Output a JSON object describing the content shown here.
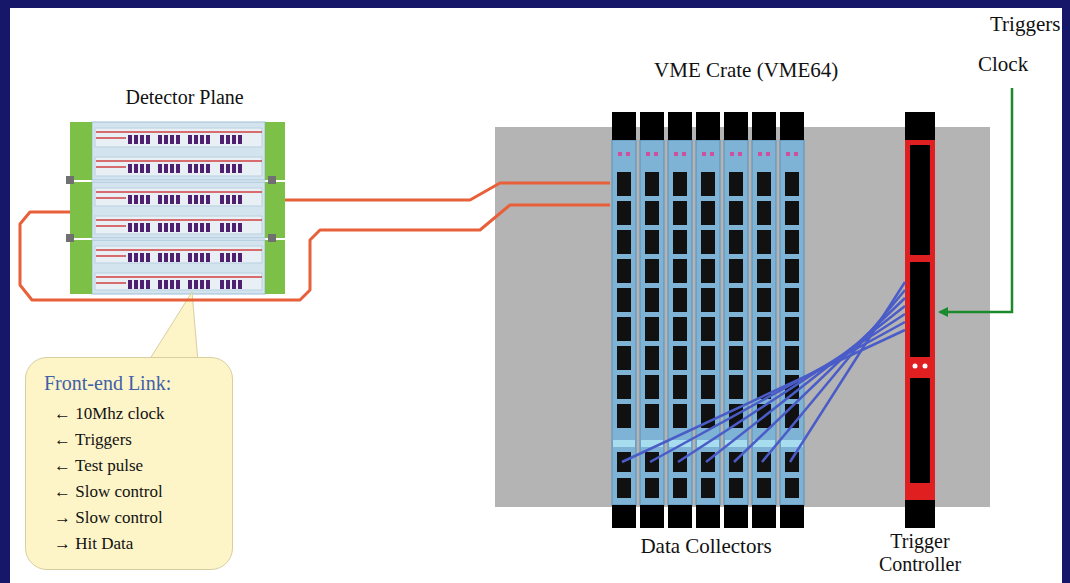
{
  "diagram": {
    "nodes": [
      {
        "text": [
          "Detector Plane"
        ]
      },
      {
        "text": [
          "VME Crate (VME64)"
        ]
      },
      {
        "text": [
          "Data Collectors"
        ],
        "in": 1
      },
      {
        "text": [
          "Trigger Controller"
        ],
        "in": 1
      },
      {
        "text": [
          "Front-end Link:",
          "← 10Mhz clock",
          "← Triggers",
          "← Test pulse",
          "← Slow control",
          "→ Slow control",
          "→ Hit Data"
        ]
      }
    ],
    "edges": [
      {
        "from": 0,
        "to": 2,
        "arrow": "none"
      },
      {
        "from": 0,
        "to": 2,
        "arrow": "none"
      },
      {
        "from": 3,
        "to": 2,
        "arrow": "none"
      },
      {
        "from": 3,
        "to": 2,
        "arrow": "none"
      },
      {
        "from": 3,
        "to": 2,
        "arrow": "none"
      },
      {
        "from": 3,
        "to": 2,
        "arrow": "none"
      },
      {
        "from": 3,
        "to": 2,
        "arrow": "none"
      },
      {
        "from": 3,
        "to": 2,
        "arrow": "none"
      },
      {
        "from": 3,
        "to": 2,
        "arrow": "none"
      }
    ],
    "labels": [
      "Triggers",
      "Clock"
    ]
  }
}
